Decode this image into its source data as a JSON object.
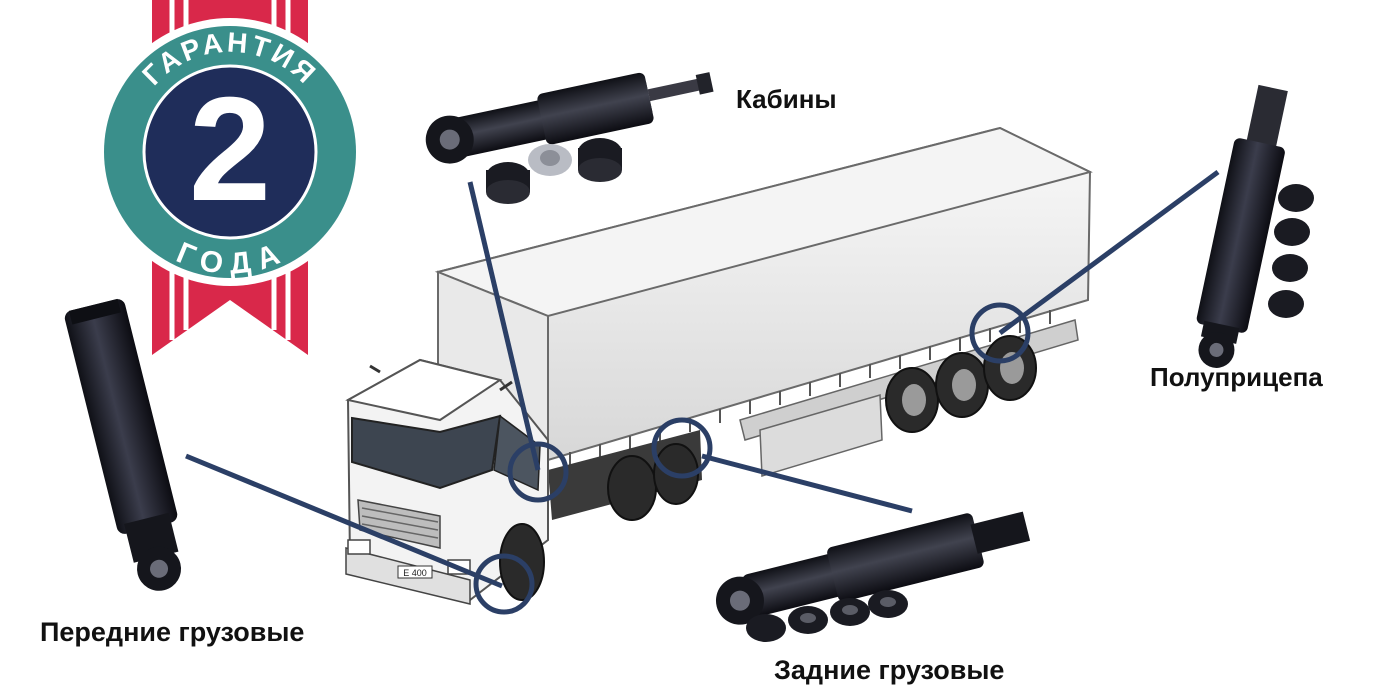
{
  "badge": {
    "top_text": "ГАРАНТИЯ",
    "number": "2",
    "bottom_text": "ГОДА",
    "ribbon_color": "#d9284a",
    "ring_color": "#3a8f8b",
    "center_color": "#1f2d5a"
  },
  "labels": {
    "cab": "Кабины",
    "semitrailer": "Полуприцепа",
    "front": "Передние грузовые",
    "rear": "Задние грузовые"
  },
  "truck_plate": "E 400",
  "colors": {
    "callout_line": "#2b3f66",
    "absorber_body": "#1c1d26"
  },
  "icons": [
    "cab-shock-absorber-icon",
    "semitrailer-shock-absorber-icon",
    "front-shock-absorber-icon",
    "rear-shock-absorber-icon",
    "truck-illustration"
  ]
}
